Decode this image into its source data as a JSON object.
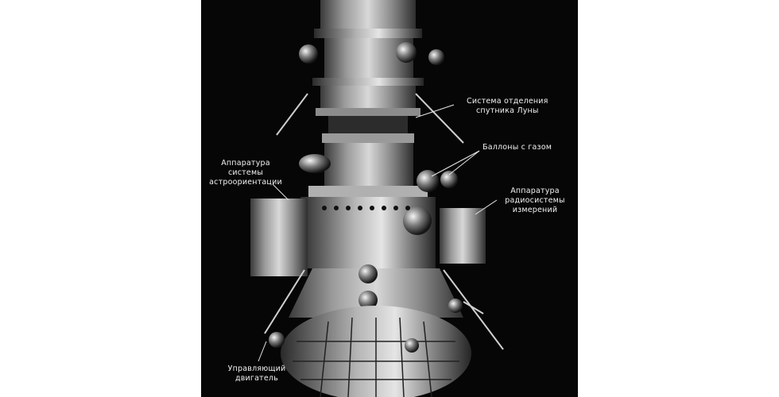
{
  "labels": {
    "separation_system": [
      "Система отделения",
      "спутника Луны"
    ],
    "gas_cylinders": [
      "Баллоны с газом"
    ],
    "astro_orientation": [
      "Аппаратура",
      "системы",
      "астроориентации"
    ],
    "radio_measurement": [
      "Аппаратура",
      "радиосистемы",
      "измерений"
    ],
    "control_engine": [
      "Управляющий",
      "двигатель"
    ]
  },
  "colors": {
    "background": "#060606",
    "page": "#ffffff",
    "text": "#f2f2f2"
  }
}
